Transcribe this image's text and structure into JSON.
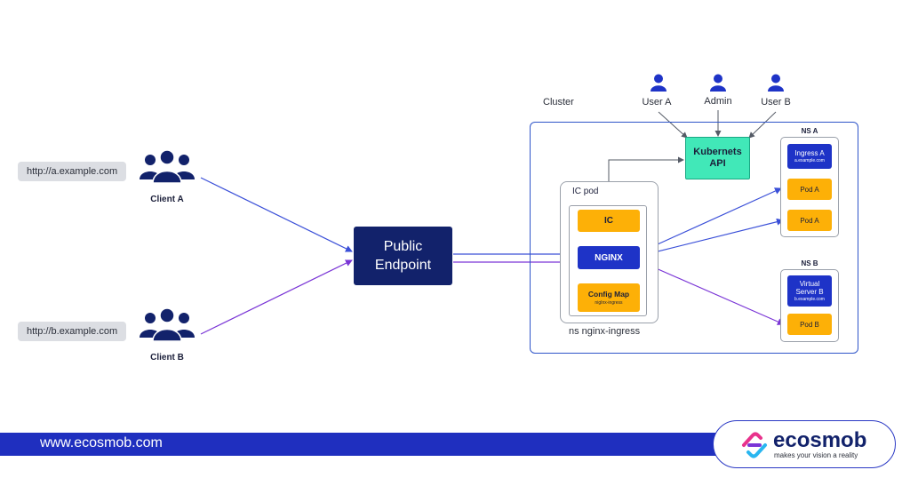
{
  "clients": [
    {
      "url": "http://a.example.com",
      "name": "Client A"
    },
    {
      "url": "http://b.example.com",
      "name": "Client B"
    }
  ],
  "public_endpoint": {
    "line1": "Public",
    "line2": "Endpoint"
  },
  "cluster": {
    "label": "Cluster"
  },
  "ic_pod": {
    "title": "IC pod",
    "ic_label": "IC",
    "nginx_label": "NGINX",
    "config_map": {
      "title": "Config Map",
      "sub": "nigInx-ingress"
    },
    "namespace": "ns nginx-ingress"
  },
  "kubernets_api": {
    "line1": "Kubernets",
    "line2": "API"
  },
  "users": [
    "User A",
    "Admin",
    "User B"
  ],
  "ns_a": {
    "title": "NS A",
    "ingress": {
      "title": "Ingress A",
      "sub": "a.example.com"
    },
    "pods": [
      "Pod A",
      "Pod A"
    ]
  },
  "ns_b": {
    "title": "NS B",
    "vserver": {
      "line1": "Virtual",
      "line2": "Server B",
      "sub": "b.example.com"
    },
    "pods": [
      "Pod B"
    ]
  },
  "footer": {
    "url": "www.ecosmob.com"
  },
  "logo": {
    "name": "ecosmob",
    "tagline": "makes your vision a reality"
  },
  "colors": {
    "navy": "#12226b",
    "blue": "#1e33c7",
    "orange": "#fdb007",
    "mint": "#41e8b8",
    "line_a": "#3a4fd8",
    "line_b": "#7a35d6"
  }
}
